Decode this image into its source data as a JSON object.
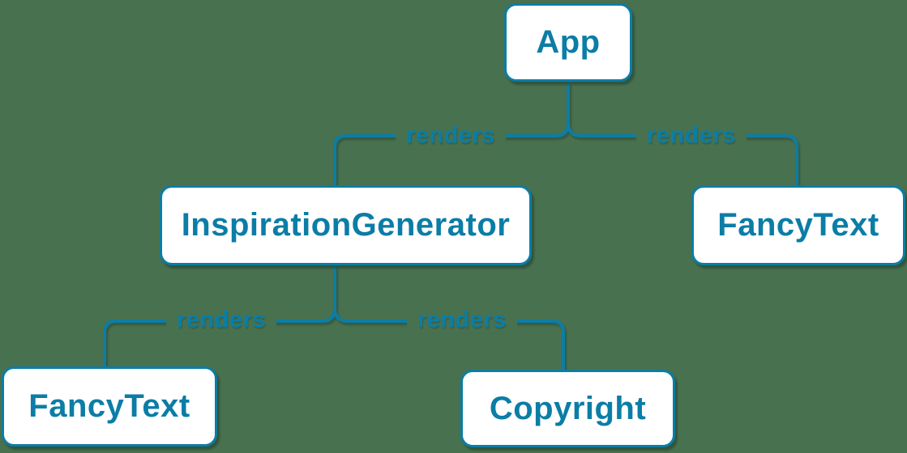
{
  "theme": {
    "bg": "#48714f",
    "accent": "#0b7da6",
    "node-bg": "#ffffff"
  },
  "diagram": {
    "type": "component-render-tree",
    "nodes": [
      {
        "id": "app",
        "label": "App"
      },
      {
        "id": "inspiration-generator",
        "label": "InspirationGenerator"
      },
      {
        "id": "fancy-text-right",
        "label": "FancyText"
      },
      {
        "id": "fancy-text-left",
        "label": "FancyText"
      },
      {
        "id": "copyright",
        "label": "Copyright"
      }
    ],
    "edges": [
      {
        "from": "App",
        "to": "InspirationGenerator",
        "label": "renders"
      },
      {
        "from": "App",
        "to": "FancyText",
        "label": "renders"
      },
      {
        "from": "InspirationGenerator",
        "to": "FancyText",
        "label": "renders"
      },
      {
        "from": "InspirationGenerator",
        "to": "Copyright",
        "label": "renders"
      }
    ]
  }
}
